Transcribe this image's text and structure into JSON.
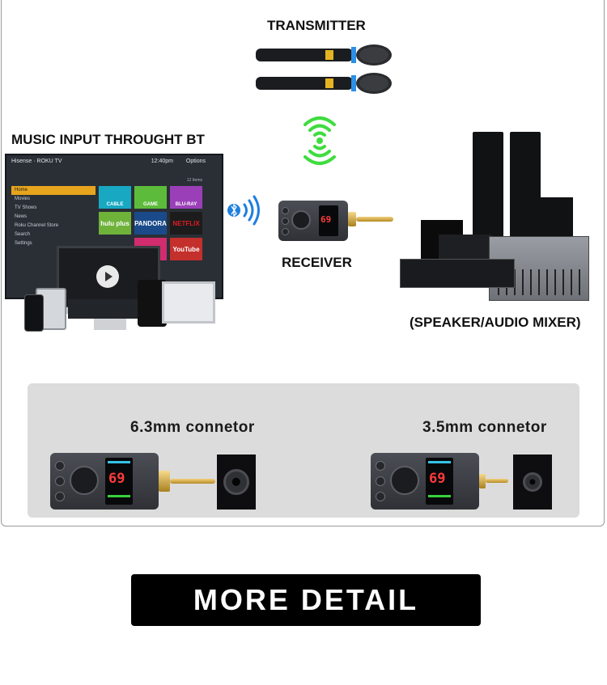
{
  "labels": {
    "transmitter": "TRANSMITTER",
    "music_input": "MUSIC INPUT THROUGHT BT",
    "receiver": "RECEIVER",
    "speaker_mixer": "(SPEAKER/AUDIO MIXER)"
  },
  "tv": {
    "brand": "Hisense · ROKU TV",
    "time": "12:40pm",
    "options": "Options",
    "count": "12 Items",
    "menu": [
      "Home",
      "Movies",
      "TV Shows",
      "News",
      "Roku Channel Store",
      "Search",
      "Settings"
    ],
    "tiles": [
      "CABLE",
      "GAME",
      "BLU-RAY",
      "hulu plus",
      "PANDORA",
      "NETFLIX",
      "",
      "YouTube"
    ]
  },
  "connectors": {
    "left_label": "6.3mm connetor",
    "right_label": "3.5mm connetor"
  },
  "receiver_display": "69",
  "cta": {
    "label": "MORE DETAIL"
  },
  "colors": {
    "wifi_green": "#3fdc3f",
    "bluetooth_blue": "#1f7fe0",
    "panel_gray": "#dcdcdc",
    "button_black": "#000000"
  },
  "icons": [
    "microphone-icon",
    "wifi-signal-icon",
    "bluetooth-icon",
    "play-icon"
  ]
}
